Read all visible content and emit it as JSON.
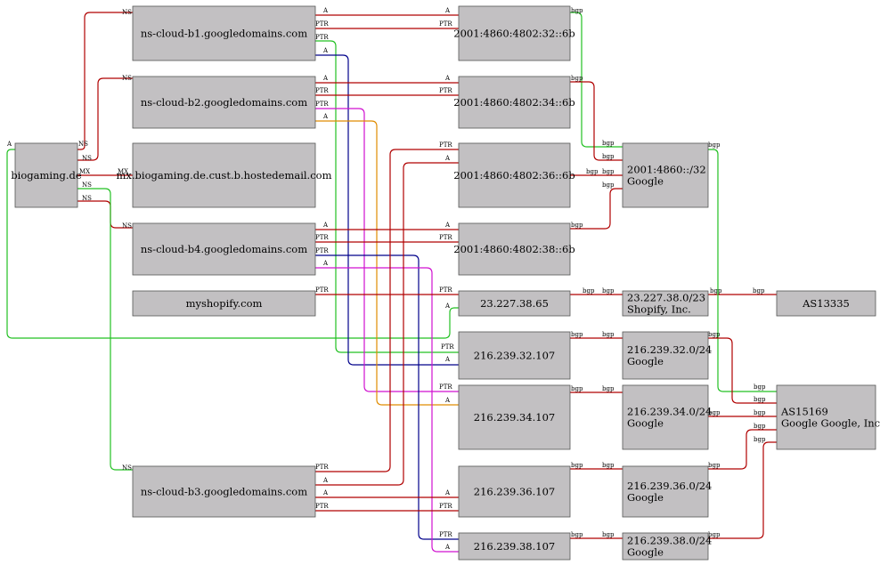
{
  "colors": {
    "red": "#b00000",
    "green": "#22c022",
    "blue": "#00008b",
    "magenta": "#d010d0",
    "orange": "#e08c00"
  },
  "nodes": [
    {
      "id": "bio",
      "lines": [
        "biogaming.de"
      ]
    },
    {
      "id": "nsb1",
      "lines": [
        "ns-cloud-b1.googledomains.com"
      ]
    },
    {
      "id": "nsb2",
      "lines": [
        "ns-cloud-b2.googledomains.com"
      ]
    },
    {
      "id": "mx",
      "lines": [
        "mx.biogaming.de.cust.b.hostedemail.com"
      ]
    },
    {
      "id": "nsb4",
      "lines": [
        "ns-cloud-b4.googledomains.com"
      ]
    },
    {
      "id": "myshop",
      "lines": [
        "myshopify.com"
      ]
    },
    {
      "id": "nsb3",
      "lines": [
        "ns-cloud-b3.googledomains.com"
      ]
    },
    {
      "id": "v6_32",
      "lines": [
        "2001:4860:4802:32::6b"
      ]
    },
    {
      "id": "v6_34",
      "lines": [
        "2001:4860:4802:34::6b"
      ]
    },
    {
      "id": "v6_36",
      "lines": [
        "2001:4860:4802:36::6b"
      ]
    },
    {
      "id": "v6_38",
      "lines": [
        "2001:4860:4802:38::6b"
      ]
    },
    {
      "id": "ip_23",
      "lines": [
        "23.227.38.65"
      ]
    },
    {
      "id": "ip_32",
      "lines": [
        "216.239.32.107"
      ]
    },
    {
      "id": "ip_34",
      "lines": [
        "216.239.34.107"
      ]
    },
    {
      "id": "ip_36",
      "lines": [
        "216.239.36.107"
      ]
    },
    {
      "id": "ip_38",
      "lines": [
        "216.239.38.107"
      ]
    },
    {
      "id": "pf_v6",
      "lines": [
        "2001:4860::/32",
        "Google"
      ]
    },
    {
      "id": "pf_23",
      "lines": [
        "23.227.38.0/23",
        "Shopify, Inc."
      ]
    },
    {
      "id": "pf_32",
      "lines": [
        "216.239.32.0/24",
        "Google"
      ]
    },
    {
      "id": "pf_34",
      "lines": [
        "216.239.34.0/24",
        "Google"
      ]
    },
    {
      "id": "pf_36",
      "lines": [
        "216.239.36.0/24",
        "Google"
      ]
    },
    {
      "id": "pf_38",
      "lines": [
        "216.239.38.0/24",
        "Google"
      ]
    },
    {
      "id": "as13335",
      "lines": [
        "AS13335"
      ]
    },
    {
      "id": "as15169",
      "lines": [
        "AS15169",
        "Google Google, Inc"
      ]
    }
  ],
  "edges": [
    {
      "id": "e-bio-nsb1",
      "from": "bio",
      "to": "nsb1",
      "type": "NS",
      "color": "red"
    },
    {
      "id": "e-bio-nsb2",
      "from": "bio",
      "to": "nsb2",
      "type": "NS",
      "color": "red"
    },
    {
      "id": "e-bio-mx",
      "from": "bio",
      "to": "mx",
      "type": "MX",
      "color": "red"
    },
    {
      "id": "e-bio-nsb4",
      "from": "bio",
      "to": "nsb4",
      "type": "NS",
      "color": "red"
    },
    {
      "id": "e-bio-nsb3",
      "from": "bio",
      "to": "nsb3",
      "type": "NS",
      "color": "green"
    },
    {
      "id": "e-bio-ip23",
      "from": "bio",
      "to": "ip_23",
      "type": "A",
      "color": "green"
    },
    {
      "id": "e-nsb1-v632-a",
      "from": "nsb1",
      "to": "v6_32",
      "type": "A",
      "color": "red"
    },
    {
      "id": "e-nsb1-v632-ptr",
      "from": "nsb1",
      "to": "v6_32",
      "type": "PTR",
      "color": "red"
    },
    {
      "id": "e-nsb1-ip32-ptr",
      "from": "nsb1",
      "to": "ip_32",
      "type": "PTR",
      "color": "green"
    },
    {
      "id": "e-nsb1-ip32-a",
      "from": "nsb1",
      "to": "ip_32",
      "type": "A",
      "color": "blue"
    },
    {
      "id": "e-nsb2-v634-a",
      "from": "nsb2",
      "to": "v6_34",
      "type": "A",
      "color": "red"
    },
    {
      "id": "e-nsb2-v634-ptr",
      "from": "nsb2",
      "to": "v6_34",
      "type": "PTR",
      "color": "red"
    },
    {
      "id": "e-nsb2-ip34-ptr",
      "from": "nsb2",
      "to": "ip_34",
      "type": "PTR",
      "color": "magenta"
    },
    {
      "id": "e-nsb2-ip34-a",
      "from": "nsb2",
      "to": "ip_34",
      "type": "A",
      "color": "orange"
    },
    {
      "id": "e-nsb4-v638-a",
      "from": "nsb4",
      "to": "v6_38",
      "type": "A",
      "color": "red"
    },
    {
      "id": "e-nsb4-v638-ptr",
      "from": "nsb4",
      "to": "v6_38",
      "type": "PTR",
      "color": "red"
    },
    {
      "id": "e-nsb4-ip38-ptr",
      "from": "nsb4",
      "to": "ip_38",
      "type": "PTR",
      "color": "blue"
    },
    {
      "id": "e-nsb4-ip38-a",
      "from": "nsb4",
      "to": "ip_38",
      "type": "A",
      "color": "magenta"
    },
    {
      "id": "e-myshop-ip23",
      "from": "myshop",
      "to": "ip_23",
      "type": "PTR",
      "color": "red"
    },
    {
      "id": "e-nsb3-v636-ptr",
      "from": "nsb3",
      "to": "v6_36",
      "type": "PTR",
      "color": "red"
    },
    {
      "id": "e-nsb3-v636-a",
      "from": "nsb3",
      "to": "v6_36",
      "type": "A",
      "color": "red"
    },
    {
      "id": "e-nsb3-ip36-a",
      "from": "nsb3",
      "to": "ip_36",
      "type": "A",
      "color": "red"
    },
    {
      "id": "e-nsb3-ip36-ptr",
      "from": "nsb3",
      "to": "ip_36",
      "type": "PTR",
      "color": "red"
    },
    {
      "id": "e-v632-pfv6",
      "from": "v6_32",
      "to": "pf_v6",
      "type": "bgp",
      "color": "green"
    },
    {
      "id": "e-v634-pfv6",
      "from": "v6_34",
      "to": "pf_v6",
      "type": "bgp",
      "color": "red"
    },
    {
      "id": "e-v636-pfv6",
      "from": "v6_36",
      "to": "pf_v6",
      "type": "bgp",
      "color": "red"
    },
    {
      "id": "e-v638-pfv6",
      "from": "v6_38",
      "to": "pf_v6",
      "type": "bgp",
      "color": "red"
    },
    {
      "id": "e-ip23-pf23",
      "from": "ip_23",
      "to": "pf_23",
      "type": "bgp",
      "color": "red"
    },
    {
      "id": "e-ip32-pf32",
      "from": "ip_32",
      "to": "pf_32",
      "type": "bgp",
      "color": "red"
    },
    {
      "id": "e-ip34-pf34",
      "from": "ip_34",
      "to": "pf_34",
      "type": "bgp",
      "color": "red"
    },
    {
      "id": "e-ip36-pf36",
      "from": "ip_36",
      "to": "pf_36",
      "type": "bgp",
      "color": "red"
    },
    {
      "id": "e-ip38-pf38",
      "from": "ip_38",
      "to": "pf_38",
      "type": "bgp",
      "color": "red"
    },
    {
      "id": "e-pf23-as13335",
      "from": "pf_23",
      "to": "as13335",
      "type": "bgp",
      "color": "red"
    },
    {
      "id": "e-pfv6-as15169",
      "from": "pf_v6",
      "to": "as15169",
      "type": "bgp",
      "color": "green"
    },
    {
      "id": "e-pf32-as15169",
      "from": "pf_32",
      "to": "as15169",
      "type": "bgp",
      "color": "red"
    },
    {
      "id": "e-pf34-as15169",
      "from": "pf_34",
      "to": "as15169",
      "type": "bgp",
      "color": "red"
    },
    {
      "id": "e-pf36-as15169",
      "from": "pf_36",
      "to": "as15169",
      "type": "bgp",
      "color": "red"
    },
    {
      "id": "e-pf38-as15169",
      "from": "pf_38",
      "to": "as15169",
      "type": "bgp",
      "color": "red"
    }
  ]
}
